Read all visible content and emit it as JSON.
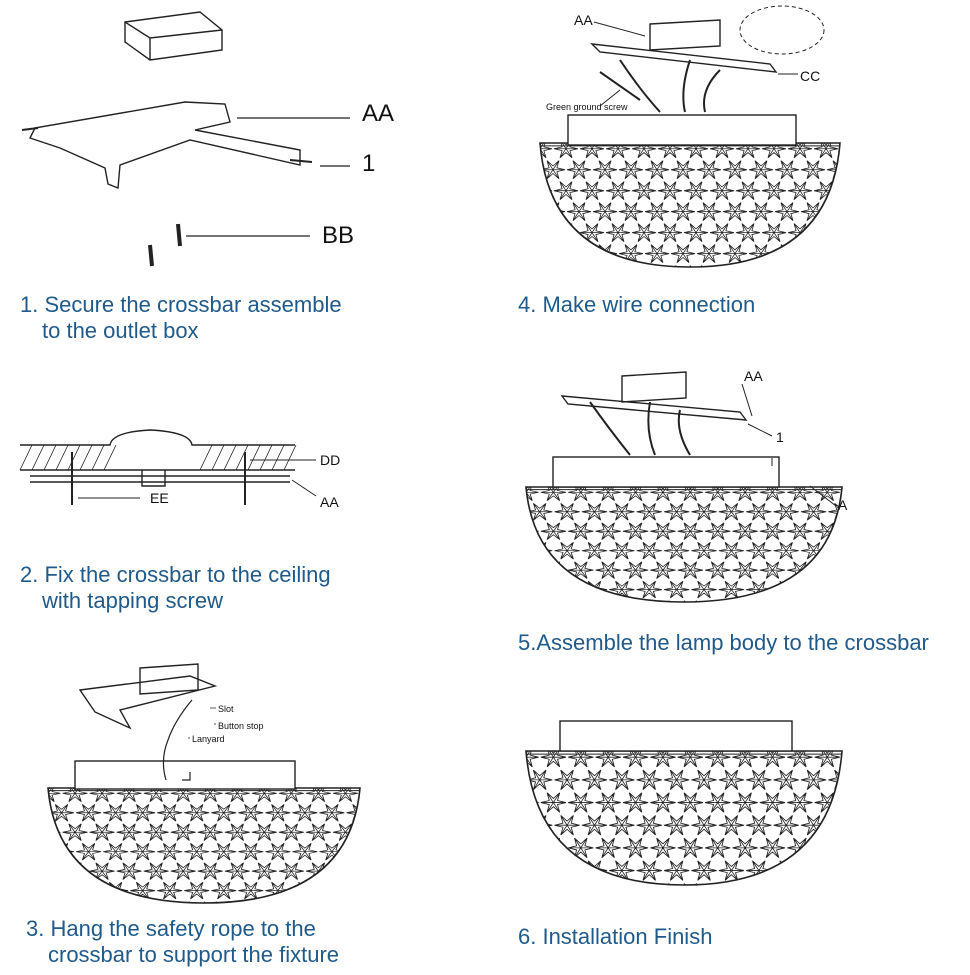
{
  "colors": {
    "caption": "#1f5a8a",
    "line": "#222222"
  },
  "steps": [
    {
      "caption_line1": "1. Secure the crossbar assemble",
      "caption_line2": "to the outlet box",
      "labels": {
        "crossbar": "AA",
        "screw": "1",
        "bolts": "BB"
      }
    },
    {
      "caption_line1": "2. Fix the crossbar to the ceiling",
      "caption_line2": "with tapping screw",
      "labels": {
        "ceiling": "DD",
        "tapping_screw": "EE",
        "crossbar": "AA"
      }
    },
    {
      "caption_line1": "3. Hang the safety rope to the",
      "caption_line2": "crossbar to support the fixture",
      "labels": {
        "slot": "Slot",
        "button_stop": "Button stop",
        "lanyard": "Lanyard"
      }
    },
    {
      "caption_line1": "4. Make wire connection",
      "caption_line2": "",
      "labels": {
        "crossbar": "AA",
        "connector": "CC",
        "ground": "Green ground screw"
      }
    },
    {
      "caption_line1": "5.Assemble the lamp body to the crossbar",
      "caption_line2": "",
      "labels": {
        "crossbar": "AA",
        "screw": "1",
        "lamp": "A"
      }
    },
    {
      "caption_line1": "6. Installation Finish",
      "caption_line2": "",
      "labels": {}
    }
  ]
}
